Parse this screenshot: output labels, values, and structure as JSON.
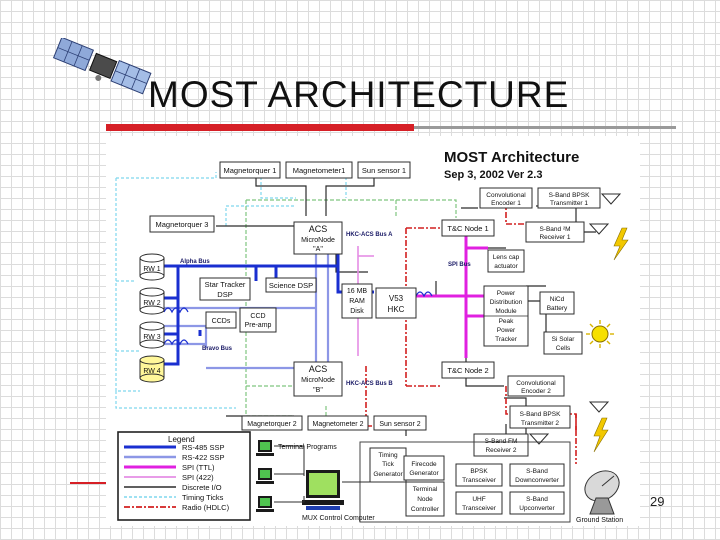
{
  "slide": {
    "title": "MOST ARCHITECTURE",
    "page_number": "29"
  },
  "diagram": {
    "title": "MOST Architecture",
    "subtitle": "Sep 3, 2002 Ver 2.3",
    "boxes": {
      "magnetorquer1": "Magnetorquer 1",
      "magnetometer1": "Magnetometer1",
      "sunsensor1": "Sun sensor 1",
      "magnetorquer3": "Magnetorquer 3",
      "acs_a_1": "ACS",
      "acs_a_2": "MicroNode",
      "acs_a_3": "\"A\"",
      "acs_b_1": "ACS",
      "acs_b_2": "MicroNode",
      "acs_b_3": "\"B\"",
      "rw1": "RW 1",
      "rw2": "RW 2",
      "rw3": "RW 3",
      "rw4": "RW 4",
      "startracker_1": "Star Tracker",
      "startracker_2": "DSP",
      "sciencedsp": "Science DSP",
      "ccds": "CCDs",
      "ccdpreamp_1": "CCD",
      "ccdpreamp_2": "Pre-amp",
      "ram_1": "16 MB",
      "ram_2": "RAM",
      "ram_3": "Disk",
      "v53_1": "V53",
      "v53_2": "HKC",
      "tc1": "T&C Node 1",
      "tc2": "T&C Node 2",
      "conv1_1": "Convolutional",
      "conv1_2": "Encoder 1",
      "sbandtx1_1": "S-Band BPSK",
      "sbandtx1_2": "Transmitter 1",
      "sbandrx1_1": "S-Band ²M",
      "sbandrx1_2": "Receiver 1",
      "lenscap_1": "Lens cap",
      "lenscap_2": "actuator",
      "pdm_1": "Power",
      "pdm_2": "Distribution",
      "pdm_3": "Module",
      "pdm_4": "Peak",
      "pdm_5": "Power",
      "pdm_6": "Tracker",
      "nicd_1": "NiCd",
      "nicd_2": "Battery",
      "solar_1": "Si Solar",
      "solar_2": "Cells",
      "conv2_1": "Convolutional",
      "conv2_2": "Encoder 2",
      "sbandtx2_1": "S-Band BPSK",
      "sbandtx2_2": "Transmitter 2",
      "sbandrx2_1": "S-Band FM",
      "sbandrx2_2": "Receiver 2",
      "magnetorquer2": "Magnetorquer 2",
      "magnetometer2": "Magnetometer 2",
      "sunsensor2": "Sun sensor 2",
      "timing_1": "Timing",
      "timing_2": "Tick",
      "timing_3": "Generator",
      "firecode_1": "Firecode",
      "firecode_2": "Generator",
      "tnc_1": "Terminal",
      "tnc_2": "Node",
      "tnc_3": "Controller",
      "bpsk_1": "BPSK",
      "bpsk_2": "Transceiver",
      "uhf_1": "UHF",
      "uhf_2": "Transceiver",
      "downconv_1": "S-Band",
      "downconv_2": "Downconverter",
      "upconv_1": "S-Band",
      "upconv_2": "Upconverter"
    },
    "labels": {
      "alpha_bus": "Alpha Bus",
      "bravo_bus": "Bravo Bus",
      "hkc_acs_a": "HKC-ACS Bus A",
      "hkc_acs_b": "HKC-ACS Bus B",
      "spi_bus": "SPI Bus",
      "terminal_programs": "Terminal Programs",
      "mux_computer": "MUX Control Computer",
      "ground_station": "Ground Station"
    },
    "legend": {
      "title": "Legend",
      "items": [
        {
          "label": "RS-485 SSP",
          "color": "#1a2fd0"
        },
        {
          "label": "RS-422 SSP",
          "color": "#8d97e6"
        },
        {
          "label": "SPI (TTL)",
          "color": "#e020e0"
        },
        {
          "label": "SPI (422)",
          "color": "#e58ee5"
        },
        {
          "label": "Discrete I/O",
          "color": "#2c2c2c"
        },
        {
          "label": "Timing Ticks",
          "color": "#7fd7ee"
        },
        {
          "label": "Radio (HDLC)",
          "color": "#d22020"
        }
      ]
    },
    "colors": {
      "rs485": "#1a2fd0",
      "rs422": "#8d97e6",
      "spi_ttl": "#e020e0",
      "spi_422": "#e58ee5",
      "discrete": "#2c2c2c",
      "timing": "#7fd7ee",
      "radio": "#d22020",
      "power_bus": "#7fc57f",
      "lightning": "#f2c800",
      "sun": "#f6e000"
    }
  }
}
